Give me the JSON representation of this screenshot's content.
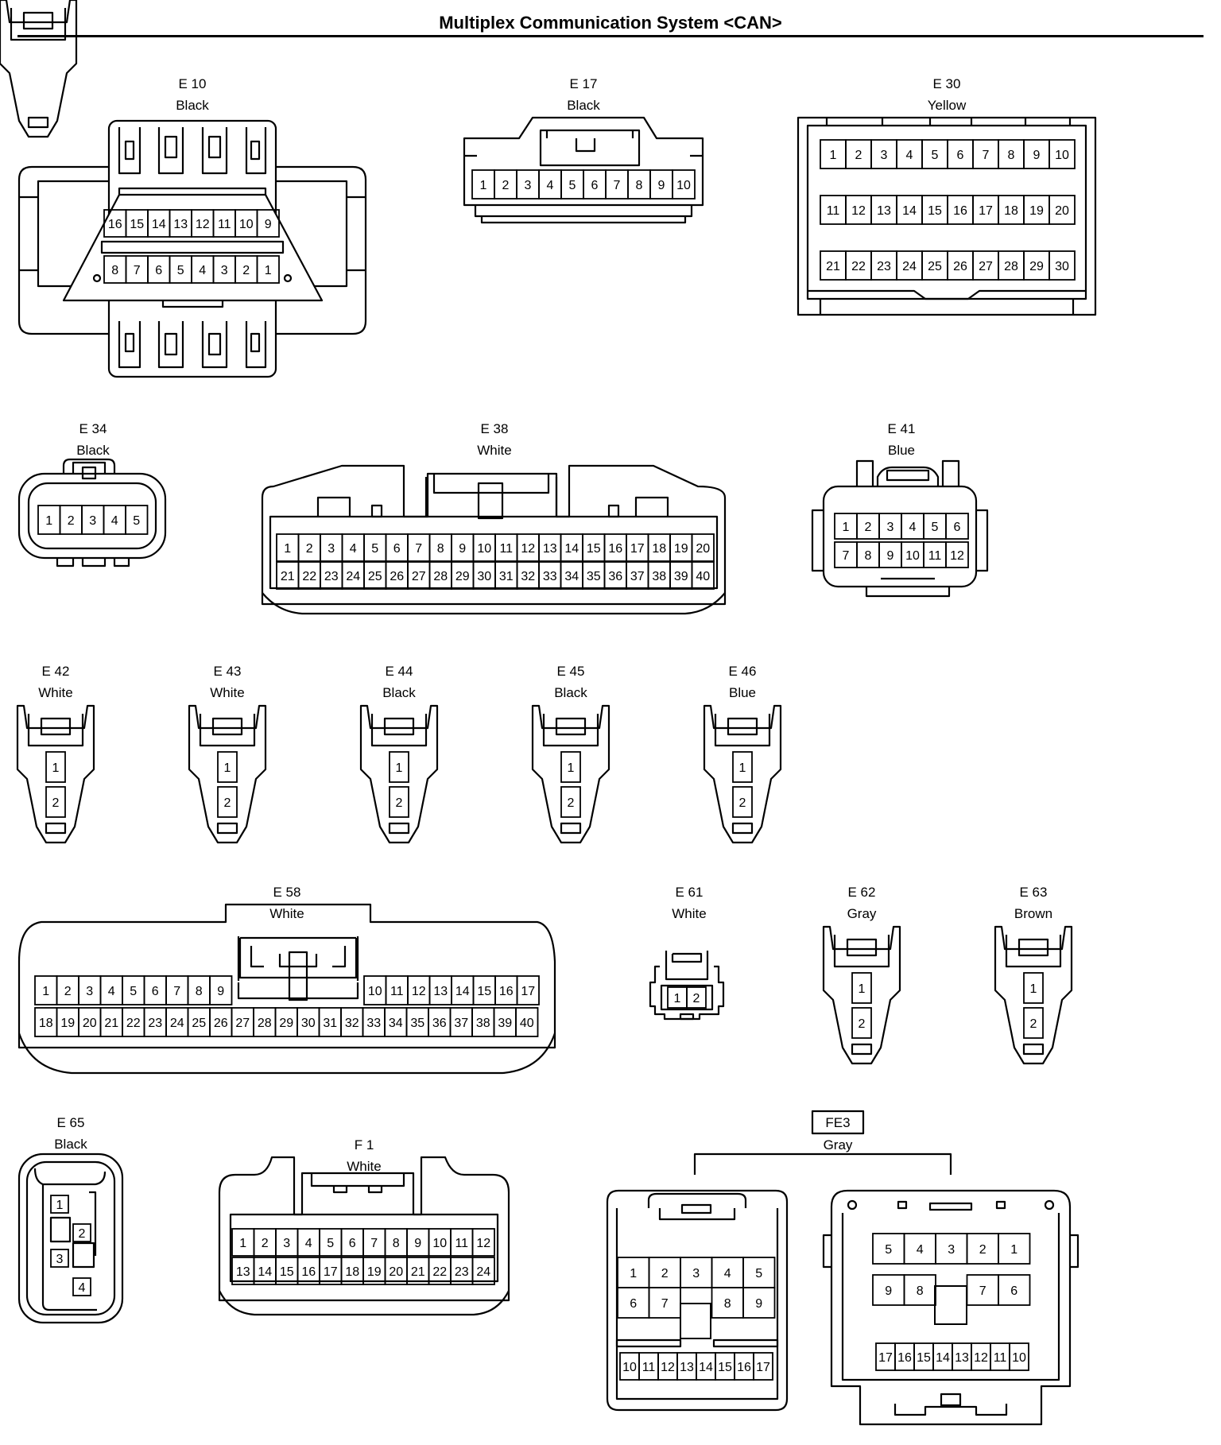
{
  "title": "Multiplex Communication System <CAN>",
  "connectors": {
    "E10": {
      "code": "E 10",
      "color": "Black",
      "rows": [
        [
          "16",
          "15",
          "14",
          "13",
          "12",
          "11",
          "10",
          "9"
        ],
        [
          "8",
          "7",
          "6",
          "5",
          "4",
          "3",
          "2",
          "1"
        ]
      ]
    },
    "E17": {
      "code": "E 17",
      "color": "Black",
      "rows": [
        [
          "1",
          "2",
          "3",
          "4",
          "5",
          "6",
          "7",
          "8",
          "9",
          "10"
        ]
      ]
    },
    "E30": {
      "code": "E 30",
      "color": "Yellow",
      "rows": [
        [
          "1",
          "2",
          "3",
          "4",
          "5",
          "6",
          "7",
          "8",
          "9",
          "10"
        ],
        [
          "11",
          "12",
          "13",
          "14",
          "15",
          "16",
          "17",
          "18",
          "19",
          "20"
        ],
        [
          "21",
          "22",
          "23",
          "24",
          "25",
          "26",
          "27",
          "28",
          "29",
          "30"
        ]
      ]
    },
    "E34": {
      "code": "E 34",
      "color": "Black",
      "rows": [
        [
          "1",
          "2",
          "3",
          "4",
          "5"
        ]
      ]
    },
    "E38": {
      "code": "E 38",
      "color": "White",
      "rows": [
        [
          "1",
          "2",
          "3",
          "4",
          "5",
          "6",
          "7",
          "8",
          "9",
          "10",
          "11",
          "12",
          "13",
          "14",
          "15",
          "16",
          "17",
          "18",
          "19",
          "20"
        ],
        [
          "21",
          "22",
          "23",
          "24",
          "25",
          "26",
          "27",
          "28",
          "29",
          "30",
          "31",
          "32",
          "33",
          "34",
          "35",
          "36",
          "37",
          "38",
          "39",
          "40"
        ]
      ]
    },
    "E41": {
      "code": "E 41",
      "color": "Blue",
      "rows": [
        [
          "1",
          "2",
          "3",
          "4",
          "5",
          "6"
        ],
        [
          "7",
          "8",
          "9",
          "10",
          "11",
          "12"
        ]
      ]
    },
    "E42": {
      "code": "E 42",
      "color": "White",
      "pins": [
        "1",
        "2"
      ]
    },
    "E43": {
      "code": "E 43",
      "color": "White",
      "pins": [
        "1",
        "2"
      ]
    },
    "E44": {
      "code": "E 44",
      "color": "Black",
      "pins": [
        "1",
        "2"
      ]
    },
    "E45": {
      "code": "E 45",
      "color": "Black",
      "pins": [
        "1",
        "2"
      ]
    },
    "E46": {
      "code": "E 46",
      "color": "Blue",
      "pins": [
        "1",
        "2"
      ]
    },
    "E58": {
      "code": "E 58",
      "color": "White",
      "top_left": [
        "1",
        "2",
        "3",
        "4",
        "5",
        "6",
        "7",
        "8",
        "9"
      ],
      "top_right": [
        "10",
        "11",
        "12",
        "13",
        "14",
        "15",
        "16",
        "17"
      ],
      "bottom": [
        "18",
        "19",
        "20",
        "21",
        "22",
        "23",
        "24",
        "25",
        "26",
        "27",
        "28",
        "29",
        "30",
        "31",
        "32",
        "33",
        "34",
        "35",
        "36",
        "37",
        "38",
        "39",
        "40"
      ]
    },
    "E61": {
      "code": "E 61",
      "color": "White",
      "pins": [
        "1",
        "2"
      ]
    },
    "E62": {
      "code": "E 62",
      "color": "Gray",
      "pins": [
        "1",
        "2"
      ]
    },
    "E63": {
      "code": "E 63",
      "color": "Brown",
      "pins": [
        "1",
        "2"
      ]
    },
    "E65": {
      "code": "E 65",
      "color": "Black",
      "pins": [
        "1",
        "2",
        "3",
        "4"
      ]
    },
    "F1": {
      "code": "F 1",
      "color": "White",
      "rows": [
        [
          "1",
          "2",
          "3",
          "4",
          "5",
          "6",
          "7",
          "8",
          "9",
          "10",
          "11",
          "12"
        ],
        [
          "13",
          "14",
          "15",
          "16",
          "17",
          "18",
          "19",
          "20",
          "21",
          "22",
          "23",
          "24"
        ]
      ]
    },
    "FE3": {
      "code": "FE3",
      "color": "Gray",
      "left": {
        "row1": [
          "1",
          "2",
          "3",
          "4",
          "5"
        ],
        "row2": [
          "6",
          "7",
          "",
          "8",
          "9"
        ],
        "row3": [
          "10",
          "11",
          "12",
          "13",
          "14",
          "15",
          "16",
          "17"
        ]
      },
      "right": {
        "row1": [
          "5",
          "4",
          "3",
          "2",
          "1"
        ],
        "row2": [
          "9",
          "8",
          "",
          "7",
          "6"
        ],
        "row3": [
          "17",
          "16",
          "15",
          "14",
          "13",
          "12",
          "11",
          "10"
        ]
      }
    }
  }
}
